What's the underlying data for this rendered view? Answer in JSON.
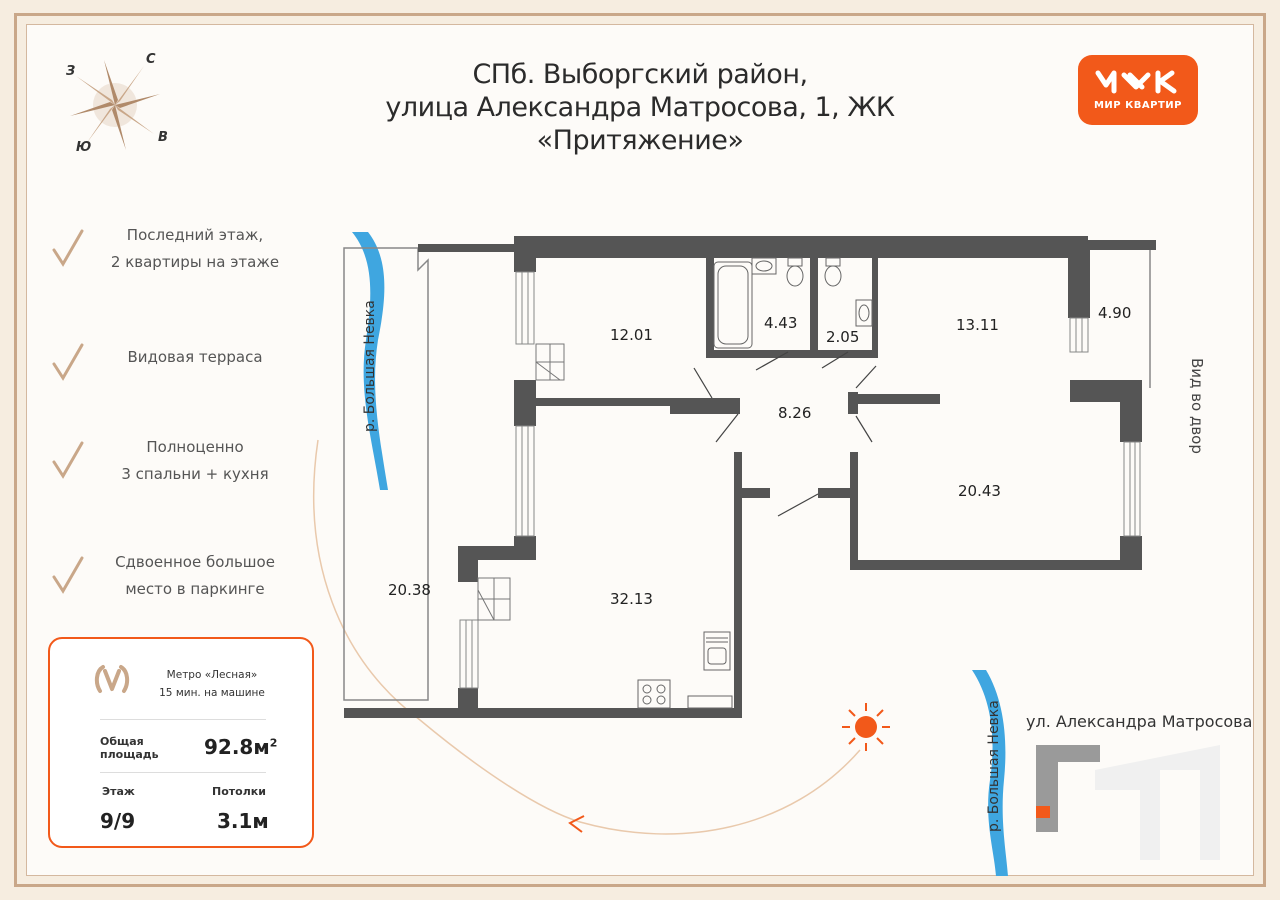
{
  "header": {
    "title_line1": "СПб. Выборгский район,",
    "title_line2": "улица Александра Матросова, 1, ЖК «Притяжение»"
  },
  "logo": {
    "text": "МИР КВАРТИР",
    "color": "#f2591a"
  },
  "compass": {
    "north": "С",
    "west": "З",
    "east": "В",
    "south": "Ю"
  },
  "features": [
    {
      "line1": "Последний этаж,",
      "line2": "2 квартиры на этаже"
    },
    {
      "line1": "Видовая терраса",
      "line2": ""
    },
    {
      "line1": "Полноценно",
      "line2": "3 спальни + кухня"
    },
    {
      "line1": "Сдвоенное большое",
      "line2": "место в паркинге"
    }
  ],
  "info": {
    "metro_line1": "Метро «Лесная»",
    "metro_line2": "15 мин. на машине",
    "area_label_line1": "Общая",
    "area_label_line2": "площадь",
    "area_value": "92.8м",
    "area_unit_sup": "2",
    "floor_label": "Этаж",
    "floor_value": "9/9",
    "ceiling_label": "Потолки",
    "ceiling_value": "3.1м"
  },
  "rooms": {
    "r1": "12.01",
    "r2": "4.43",
    "r3": "2.05",
    "r4": "13.11",
    "r5": "4.90",
    "r6": "8.26",
    "r7": "20.43",
    "r8": "20.38",
    "r9": "32.13"
  },
  "map": {
    "river_left": "р. Большая Невка",
    "river_right": "р. Большая Невка",
    "yard_view": "Вид во двор",
    "street": "ул. Александра Матросова"
  },
  "colors": {
    "accent": "#f2591a",
    "wall": "#555555",
    "frame": "#c9a789",
    "river": "#3fa6e0"
  }
}
